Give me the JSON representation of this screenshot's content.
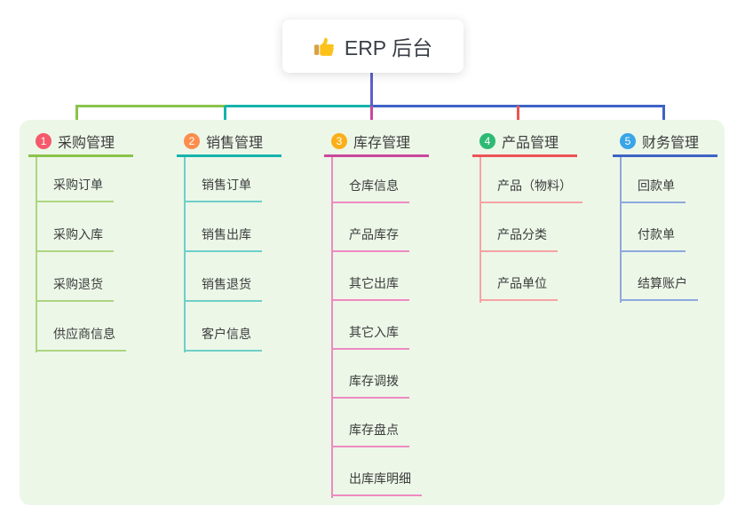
{
  "root": {
    "label": "ERP 后台",
    "icon": "thumbs-up-icon"
  },
  "colors": {
    "page_bg": "#ffffff",
    "panel_bg": "#ecf7e8",
    "trunk": "#5c60c9",
    "text": "#3c3c3c"
  },
  "branches": [
    {
      "number": "1",
      "label": "采购管理",
      "badge_color": "#f5596b",
      "line_color": "#8bc34a",
      "child_line_color": "#aed581",
      "children": [
        "采购订单",
        "采购入库",
        "采购退货",
        "供应商信息"
      ]
    },
    {
      "number": "2",
      "label": "销售管理",
      "badge_color": "#fc8d4d",
      "line_color": "#16b3ac",
      "child_line_color": "#6fcfc8",
      "children": [
        "销售订单",
        "销售出库",
        "销售退货",
        "客户信息"
      ]
    },
    {
      "number": "3",
      "label": "库存管理",
      "badge_color": "#fbaf18",
      "line_color": "#c9489c",
      "child_line_color": "#ef8ac2",
      "children": [
        "仓库信息",
        "产品库存",
        "其它出库",
        "其它入库",
        "库存调拨",
        "库存盘点",
        "出库库明细"
      ]
    },
    {
      "number": "4",
      "label": "产品管理",
      "badge_color": "#2eba74",
      "line_color": "#ed5356",
      "child_line_color": "#f6a3a4",
      "children": [
        "产品（物料）",
        "产品分类",
        "产品单位"
      ]
    },
    {
      "number": "5",
      "label": "财务管理",
      "badge_color": "#38a5e9",
      "line_color": "#3f63c6",
      "child_line_color": "#8ea9dc",
      "children": [
        "回款单",
        "付款单",
        "结算账户"
      ]
    }
  ]
}
